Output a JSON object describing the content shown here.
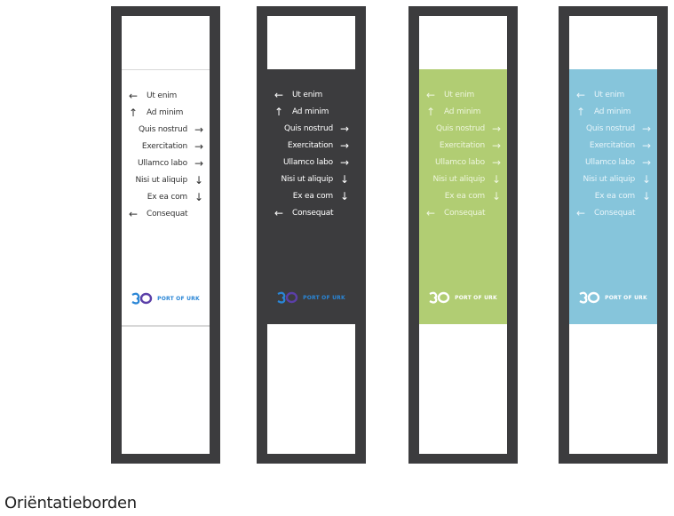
{
  "caption": "Oriëntatieborden",
  "logo_text": "PORT OF URK",
  "directions": [
    {
      "label": "Ut enim",
      "arrow": "←",
      "align": "left"
    },
    {
      "label": "Ad minim",
      "arrow": "↑",
      "align": "left"
    },
    {
      "label": "Quis nostrud",
      "arrow": "→",
      "align": "right"
    },
    {
      "label": "Exercitation",
      "arrow": "→",
      "align": "right"
    },
    {
      "label": "Ullamco labo",
      "arrow": "→",
      "align": "right"
    },
    {
      "label": "Nisi ut aliquip",
      "arrow": "↓",
      "align": "right"
    },
    {
      "label": "Ex ea com",
      "arrow": "↓",
      "align": "right"
    },
    {
      "label": "Consequat",
      "arrow": "←",
      "align": "left"
    }
  ],
  "boards": [
    {
      "theme": "white",
      "color": "#ffffff"
    },
    {
      "theme": "dark",
      "color": "#3c3c3e"
    },
    {
      "theme": "green",
      "color": "#b1cd73"
    },
    {
      "theme": "blue",
      "color": "#86c5db"
    }
  ],
  "colors": {
    "frame": "#3c3c3e",
    "logo_blue": "#2a86d6",
    "logo_purple": "#5b3fa8"
  }
}
